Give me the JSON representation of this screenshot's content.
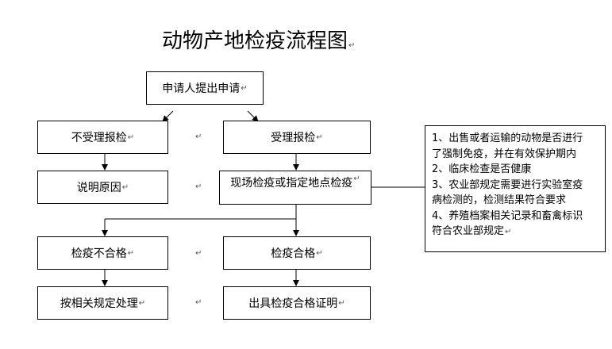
{
  "title": "动物产地检疫流程图",
  "para_mark": "↵",
  "nodes": {
    "apply": "申请人提出申请",
    "reject": "不受理报检",
    "accept": "受理报检",
    "explain": "说明原因",
    "inspect": "现场检疫或指定地点检疫",
    "fail": "检疫不合格",
    "pass": "检疫合格",
    "handle": "按相关规定处理",
    "certify": "出具检疫合格证明"
  },
  "notes": [
    "1、出售或者运输的动物是否进行",
    "了强制免疫，并在有效保护期内",
    "2、临床检查是否健康",
    "3、农业部规定需要进行实验室疫",
    "病检测的，检测结果符合要求",
    "4、养殖档案相关记录和畜禽标识",
    "符合农业部规定"
  ]
}
